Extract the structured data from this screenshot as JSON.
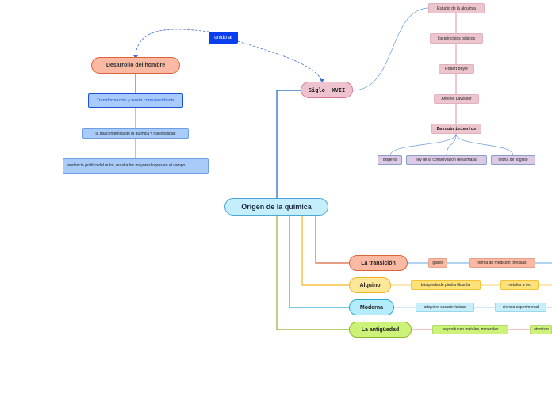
{
  "central": "Origen de la química",
  "relation_label": "unido al",
  "left_branch": {
    "title": "Desarrollo del hombre",
    "items": [
      "Transformación y teoría correspondiente",
      "la trascendencia de la química y nacionalidad",
      "tendencia política del autor, resalta los mayores logros en el campo"
    ]
  },
  "siglo": {
    "title": "Siglo  XVII",
    "chain": [
      "Estudio de la alquimia",
      "los principios básicos",
      "Robert Boyle",
      "Antonie Lavoisier",
      "Descubrimientos"
    ],
    "discoveries": [
      "oxigeno",
      "ley de la conservación de la masa",
      "teoría de flogisto"
    ]
  },
  "branches": [
    {
      "title": "La transición",
      "items": [
        "gases",
        "forma de medición precisas"
      ],
      "color": "#d9643a"
    },
    {
      "title": "Alquino",
      "items": [
        "búsqueda de piedra filosofal",
        "metales a oro"
      ],
      "color": "#f5b51c"
    },
    {
      "title": "Moderna",
      "items": [
        "adquiere características",
        "ciencia experimental"
      ],
      "color": "#2aa6d6"
    },
    {
      "title": "La antigüedad",
      "items": [
        "se producen metales, minerales",
        "atomism"
      ],
      "color": "#8fb52b"
    }
  ],
  "colors": {
    "central_fill": "#c5eefc",
    "central_border": "#4aa6d6",
    "left_title_fill": "#f9b9a3",
    "left_title_border": "#e0603a",
    "left_item_fill": "#a9cbfa",
    "left_item_border": "#3b78d6",
    "relation_fill": "#0a3ff0",
    "siglo_fill": "#eec3cd",
    "siglo_border": "#d97896",
    "chain_fill": "#ecc5cd",
    "chain_line": "#e58ab8",
    "discovery_fill": "#dcc9e6",
    "discovery_border": "#8a9ec8"
  }
}
